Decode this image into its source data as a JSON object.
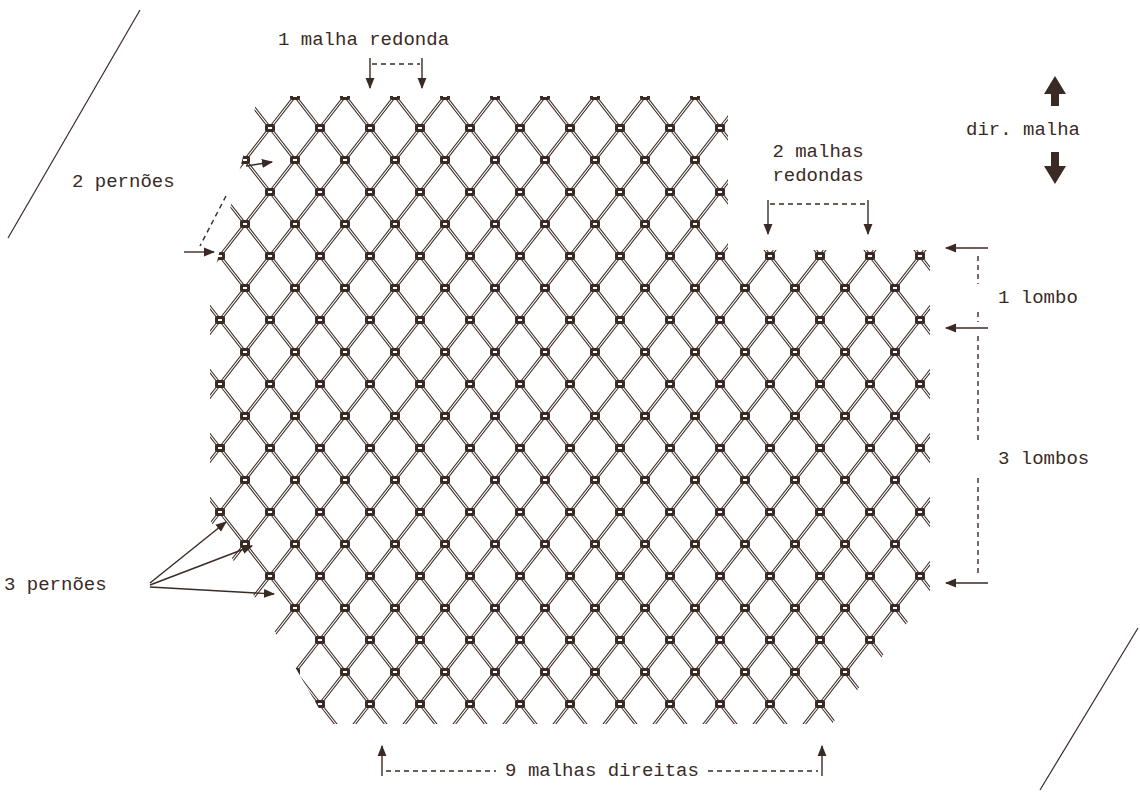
{
  "diagram": {
    "labels": [
      "1 malha redonda",
      "2 pernões",
      "2 malhas redondas",
      "dir. malha",
      "1 lombo",
      "3 lombos",
      "3 pernões",
      "9 malhas direitas"
    ]
  }
}
